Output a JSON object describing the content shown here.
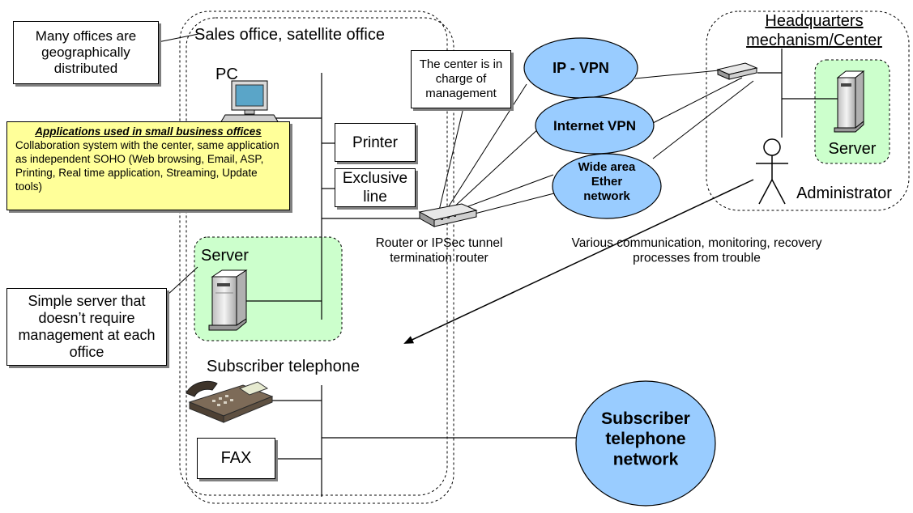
{
  "callouts": {
    "geo": "Many offices are geographically distributed",
    "center_mgmt": "The center is in charge of management",
    "simple_server": "Simple server that doesn’t require management at each office"
  },
  "sales_office": {
    "title": "Sales office, satellite office",
    "pc_label": "PC",
    "printer_label": "Printer",
    "exclusive_line_label": "Exclusive line",
    "server_label": "Server",
    "subscriber_telephone_label": "Subscriber telephone",
    "fax_label": "FAX"
  },
  "applications_note": {
    "title": "Applications used in small business offices",
    "body": "Collaboration system with the center, same application as independent SOHO (Web browsing, Email, ASP, Printing, Real time application, Streaming, Update tools)"
  },
  "networks": {
    "ip_vpn": "IP - VPN",
    "internet_vpn": "Internet VPN",
    "wide_area": "Wide area Ether network",
    "subscriber_network": "Subscriber telephone network"
  },
  "router_label": "Router or IPSec tunnel termination router",
  "headquarters": {
    "title": "Headquarters mechanism/Center",
    "server_label": "Server",
    "administrator_label": "Administrator"
  },
  "monitoring_label": "Various communication, monitoring, recovery processes from trouble",
  "colors": {
    "ellipse_fill": "#99ccff",
    "server_zone_fill": "#ccffcc",
    "note_fill": "#ffff99"
  }
}
